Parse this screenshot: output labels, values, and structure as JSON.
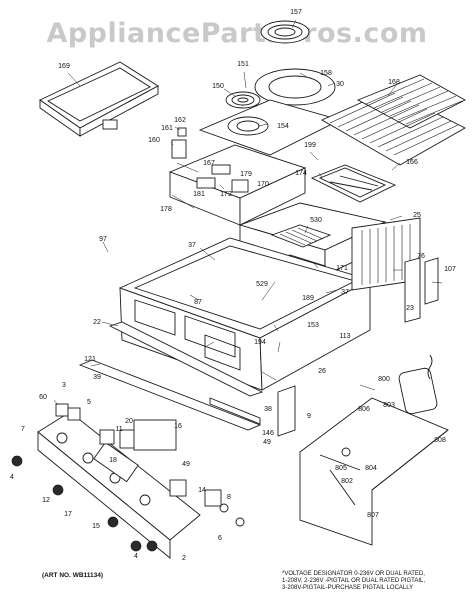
{
  "watermark": "AppliancePartsPros.com",
  "art_no": "(ART NO. WB11134)",
  "footnote": [
    "*VOLTAGE DESIGNATOR 0-236V OR DUAL RATED,",
    "1-208V, 2-236V -PIGTAIL OR DUAL RATED PIGTAIL,",
    "3-208V-PIGTAIL-PURCHASE PIGTAIL LOCALLY"
  ],
  "callouts": {
    "c157": "157",
    "c30": "30",
    "c158": "158",
    "c151": "151",
    "c150": "150",
    "c154": "154",
    "c168": "168",
    "c169": "169",
    "c199": "199",
    "c166": "166",
    "c162": "162",
    "c161": "161",
    "c160": "160",
    "c167": "167",
    "c179": "179",
    "c170": "170",
    "c181": "181",
    "c172": "172",
    "c174": "174",
    "c178": "178",
    "c25": "25",
    "c530": "530",
    "c97": "97",
    "c37a": "37",
    "c37b": "37",
    "c76": "76",
    "c107": "107",
    "c171": "171",
    "c529": "529",
    "c87": "87",
    "c189": "189",
    "c22": "22",
    "c153": "153",
    "c194": "194",
    "c113": "113",
    "c23": "23",
    "c121": "121",
    "c26": "26",
    "c39": "39",
    "c800": "800",
    "c3": "3",
    "c60": "60",
    "c5": "5",
    "c806": "806",
    "c9": "9",
    "c38": "38",
    "c803": "803",
    "c146": "146",
    "c7": "7",
    "c11": "11",
    "c20": "20",
    "c16": "16",
    "c49": "49",
    "c18": "18",
    "c808": "808",
    "c4a": "4",
    "c805": "805",
    "c804": "804",
    "c12": "12",
    "c14": "14",
    "c802": "802",
    "c17": "17",
    "c15": "15",
    "c8": "8",
    "c807": "807",
    "c6": "6",
    "c4b": "4",
    "c2": "2"
  }
}
